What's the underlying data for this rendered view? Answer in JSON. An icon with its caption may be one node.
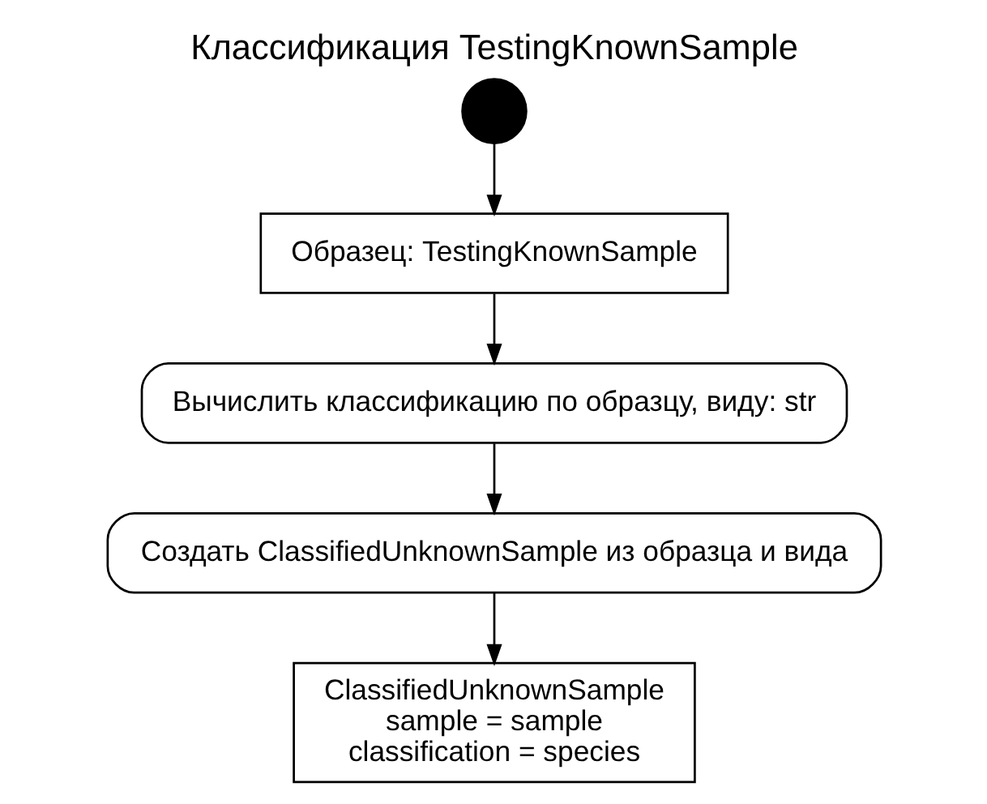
{
  "diagram": {
    "title": "Классификация TestingKnownSample",
    "nodes": [
      {
        "text": [],
        "shape": "circle"
      },
      {
        "text": [
          "Образец: TestingKnownSample"
        ]
      },
      {
        "text": [
          "Вычислить классификацию по образцу, виду: str"
        ]
      },
      {
        "text": [
          "Создать ClassifiedUnknownSample из образца и вида"
        ]
      },
      {
        "text": [
          "ClassifiedUnknownSample",
          "sample = sample",
          "classification = species"
        ]
      }
    ],
    "edges": [
      {
        "from": 0,
        "to": 1,
        "arrow": "to"
      },
      {
        "from": 1,
        "to": 2,
        "arrow": "to"
      },
      {
        "from": 2,
        "to": 3,
        "arrow": "to"
      },
      {
        "from": 3,
        "to": 4,
        "arrow": "to"
      }
    ]
  }
}
